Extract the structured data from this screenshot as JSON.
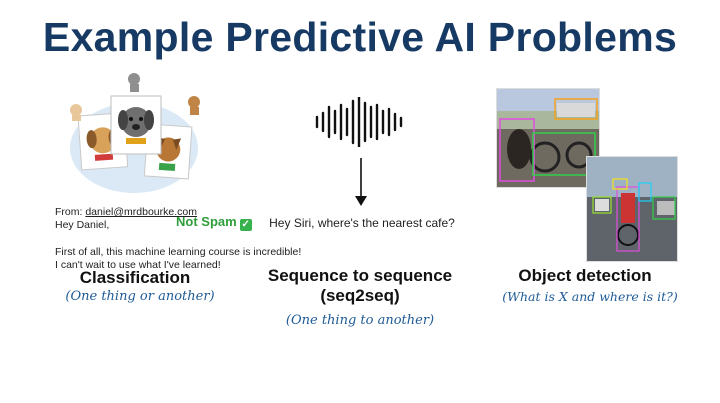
{
  "title": "Example Predictive AI Problems",
  "classification": {
    "email_from_label": "From: ",
    "email_from_address": "daniel@mrdbourke.com",
    "email_greeting": "Hey Daniel,",
    "email_line1": "First of all, this machine learning course is incredible!",
    "email_line2": "I can't wait to use what I've learned!",
    "badge": "Not Spam",
    "badge_icon": "✓",
    "heading": "Classification",
    "subtitle": "(One thing or another)"
  },
  "seq2seq": {
    "utterance": "Hey Siri, where's the nearest cafe?",
    "heading_line1": "Sequence to sequence",
    "heading_line2": "(seq2seq)",
    "subtitle": "(One thing to another)"
  },
  "detection": {
    "heading": "Object detection",
    "subtitle": "(What is X and where is it?)"
  },
  "colors": {
    "title": "#163a64",
    "handwriting": "#1f5b96",
    "not_spam": "#2e9e3a"
  },
  "icons": [
    "dog-photo-stack",
    "dog-icon",
    "sound-wave-icon",
    "down-arrow-icon",
    "check-icon",
    "detection-photo"
  ]
}
